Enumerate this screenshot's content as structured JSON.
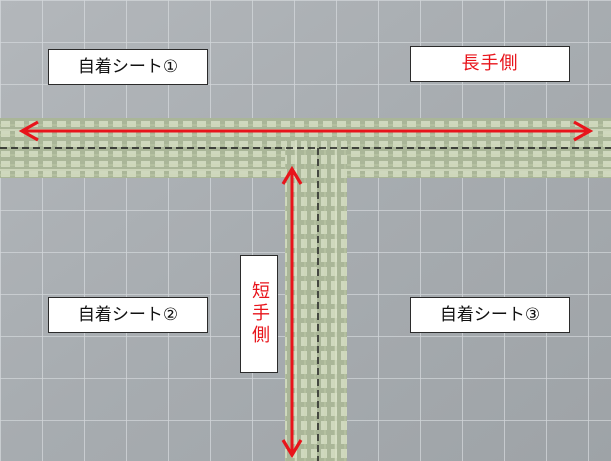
{
  "labels": {
    "sheet_1": "自着シート①",
    "sheet_2": "自着シート②",
    "sheet_3": "自着シート③",
    "long_side": "長手側",
    "short_side": "短手側"
  },
  "colors": {
    "background_sheet": "#a8adb1",
    "grid_line": "#d7dbde",
    "tape": "#a9b596",
    "tape_texture": "#dfe8cf",
    "seam_line": "#1a1a1a",
    "arrow": "#e8141b",
    "label_text": "#111111",
    "accent_text": "#e8141b"
  },
  "icons": {
    "long_arrow": "double-headed-horizontal-arrow",
    "short_arrow": "double-headed-vertical-arrow"
  }
}
